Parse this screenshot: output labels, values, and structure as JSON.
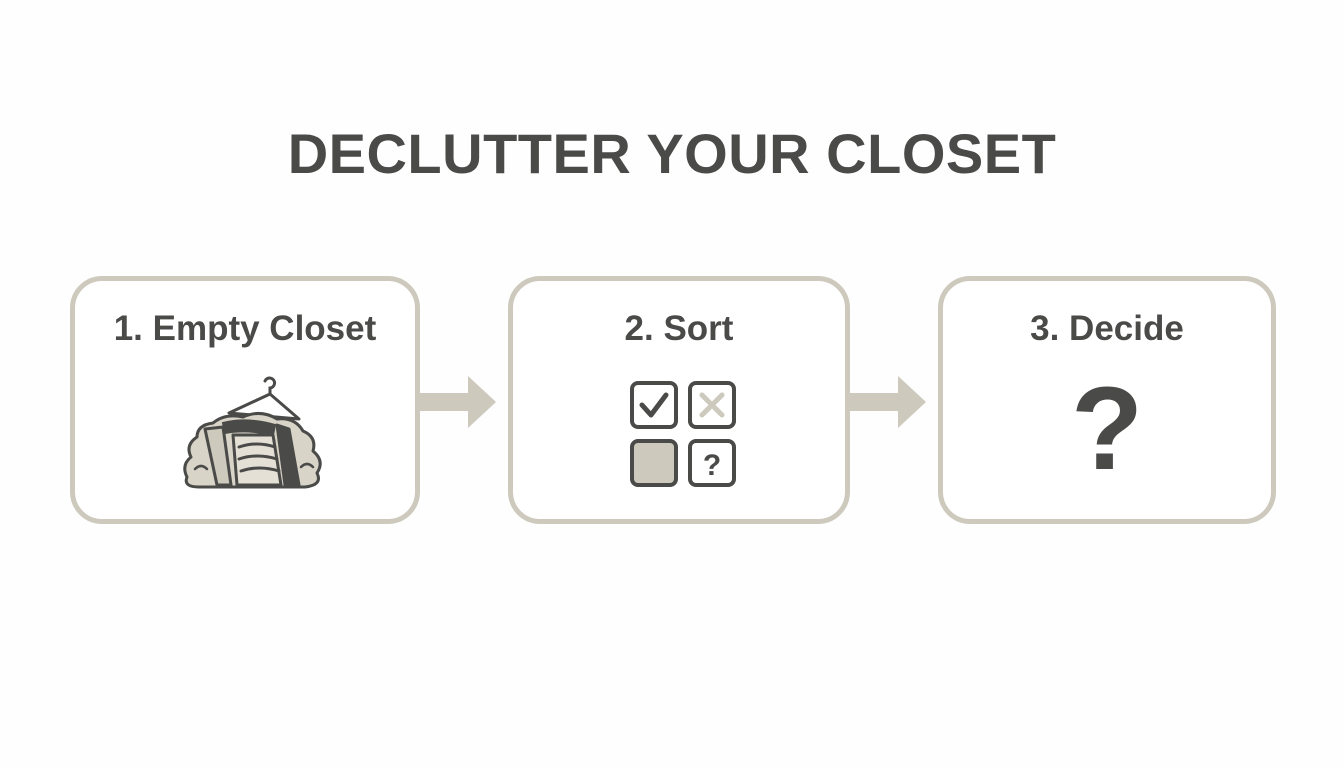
{
  "title": "DECLUTTER YOUR CLOSET",
  "steps": [
    {
      "label": "1. Empty Closet",
      "icon": "clothes-pile-icon"
    },
    {
      "label": "2. Sort",
      "icon": "sort-grid-icon",
      "grid_question": "?"
    },
    {
      "label": "3. Decide",
      "icon": "question-mark-icon",
      "symbol": "?"
    }
  ],
  "colors": {
    "text": "#4a4a48",
    "border": "#cdc9bd",
    "arrow": "#cdc9bd",
    "icon_fill": "#cdc9bd",
    "background": "#fdfefd"
  }
}
